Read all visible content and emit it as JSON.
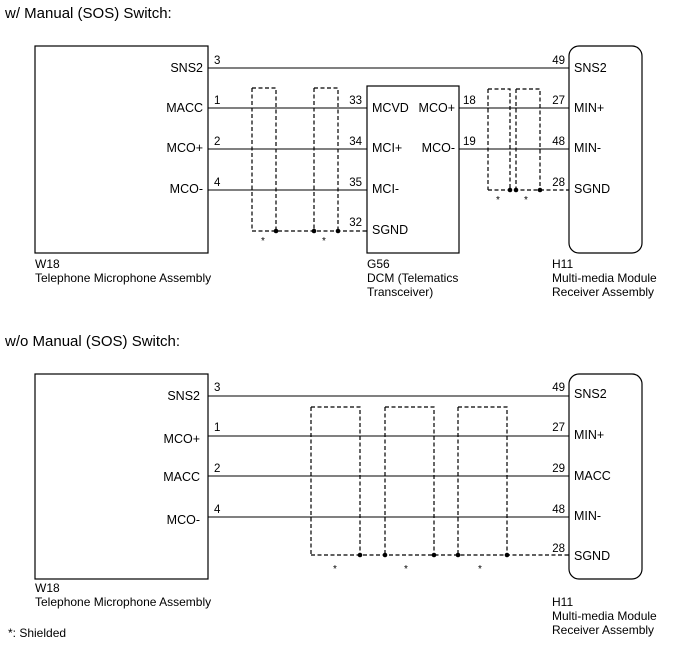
{
  "top": {
    "title": "w/ Manual (SOS) Switch:",
    "w18": {
      "code": "W18",
      "name": "Telephone Microphone Assembly",
      "pins": [
        {
          "sig": "SNS2",
          "num": "3"
        },
        {
          "sig": "MACC",
          "num": "1"
        },
        {
          "sig": "MCO+",
          "num": "2"
        },
        {
          "sig": "MCO-",
          "num": "4"
        }
      ]
    },
    "g56": {
      "code": "G56",
      "name_line1": "DCM (Telematics",
      "name_line2": "Transceiver)",
      "left_pins": [
        {
          "sig": "MCVD",
          "num": "33"
        },
        {
          "sig": "MCI+",
          "num": "34"
        },
        {
          "sig": "MCI-",
          "num": "35"
        },
        {
          "sig": "SGND",
          "num": "32"
        }
      ],
      "right_pins": [
        {
          "sig": "MCO+",
          "num": "18"
        },
        {
          "sig": "MCO-",
          "num": "19"
        }
      ]
    },
    "h11": {
      "code": "H11",
      "name_line1": "Multi-media Module",
      "name_line2": "Receiver Assembly",
      "pins": [
        {
          "sig": "SNS2",
          "num": "49"
        },
        {
          "sig": "MIN+",
          "num": "27"
        },
        {
          "sig": "MIN-",
          "num": "48"
        },
        {
          "sig": "SGND",
          "num": "28"
        }
      ]
    }
  },
  "bottom": {
    "title": "w/o Manual (SOS) Switch:",
    "w18": {
      "code": "W18",
      "name": "Telephone Microphone Assembly",
      "pins": [
        {
          "sig": "SNS2",
          "num": "3"
        },
        {
          "sig": "MCO+",
          "num": "1"
        },
        {
          "sig": "MACC",
          "num": "2"
        },
        {
          "sig": "MCO-",
          "num": "4"
        }
      ]
    },
    "h11": {
      "code": "H11",
      "name_line1": "Multi-media Module",
      "name_line2": "Receiver Assembly",
      "pins": [
        {
          "sig": "SNS2",
          "num": "49"
        },
        {
          "sig": "MIN+",
          "num": "27"
        },
        {
          "sig": "MACC",
          "num": "29"
        },
        {
          "sig": "MIN-",
          "num": "48"
        },
        {
          "sig": "SGND",
          "num": "28"
        }
      ]
    }
  },
  "shield_mark": "*",
  "footnote": "*: Shielded"
}
